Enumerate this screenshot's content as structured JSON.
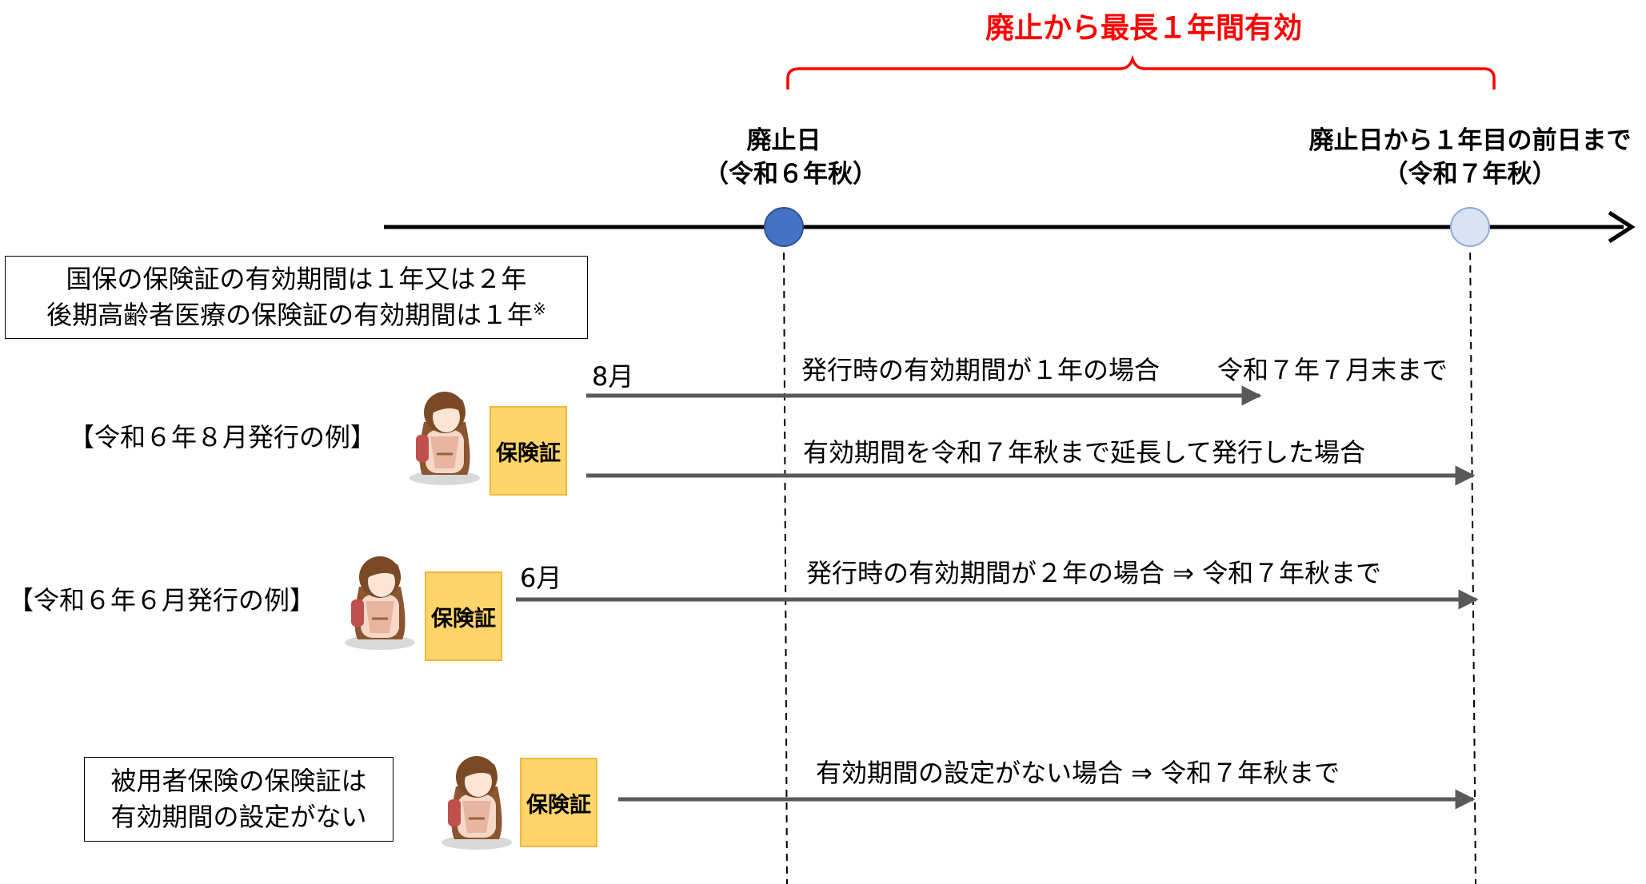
{
  "title": "廃止から最長１年間有効",
  "timeline": {
    "abolition_day": {
      "label": "廃止日",
      "sub": "（令和６年秋）"
    },
    "end_day": {
      "label": "廃止日から１年目の前日まで",
      "sub": "（令和７年秋）"
    }
  },
  "note_box": {
    "line1": "国保の保険証の有効期間は１年又は２年",
    "line2": "後期高齢者医療の保険証の有効期間は１年",
    "mark": "※"
  },
  "example_aug": {
    "label": "【令和６年８月発行の例】",
    "month": "8月",
    "card": "保険証",
    "arrow1_text": "発行時の有効期間が１年の場合",
    "arrow1_end": "令和７年７月末まで",
    "arrow2_text": "有効期間を令和７年秋まで延長して発行した場合"
  },
  "example_jun": {
    "label": "【令和６年６月発行の例】",
    "month": "6月",
    "card": "保険証",
    "arrow_text": "発行時の有効期間が２年の場合 ⇒ 令和７年秋まで"
  },
  "employee": {
    "box_line1": "被用者保険の保険証は",
    "box_line2": "有効期間の設定がない",
    "card": "保険証",
    "arrow_text": "有効期間の設定がない場合 ⇒ 令和７年秋まで"
  },
  "colors": {
    "title_red": "#ff0000",
    "axis": "#000000",
    "arrow_gray": "#595959",
    "start_dot": "#4472c4",
    "end_dot": "#dae3f3",
    "card_fill": "#ffd56b",
    "card_border": "#f4b63a"
  },
  "icons": [
    "person-icon",
    "timeline-arrow-icon"
  ]
}
